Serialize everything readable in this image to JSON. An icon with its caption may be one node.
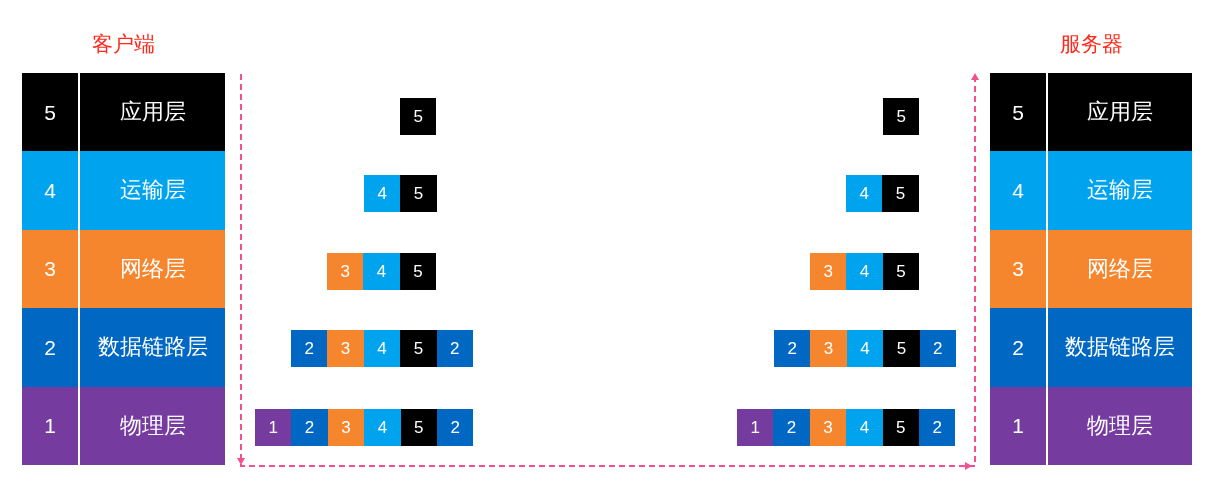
{
  "diagram": {
    "nodes": [
      {
        "text": [
          "客户端"
        ]
      },
      {
        "text": [
          "5",
          "应用层"
        ],
        "in": 0
      },
      {
        "text": [
          "4",
          "运输层"
        ],
        "in": 0
      },
      {
        "text": [
          "3",
          "网络层"
        ],
        "in": 0
      },
      {
        "text": [
          "2",
          "数据链路层"
        ],
        "in": 0
      },
      {
        "text": [
          "1",
          "物理层"
        ],
        "in": 0
      },
      {
        "text": [
          "5"
        ]
      },
      {
        "text": [
          "4"
        ]
      },
      {
        "text": [
          "5"
        ]
      },
      {
        "text": [
          "3"
        ]
      },
      {
        "text": [
          "4"
        ]
      },
      {
        "text": [
          "5"
        ]
      },
      {
        "text": [
          "2"
        ]
      },
      {
        "text": [
          "3"
        ]
      },
      {
        "text": [
          "4"
        ]
      },
      {
        "text": [
          "5"
        ]
      },
      {
        "text": [
          "2"
        ]
      },
      {
        "text": [
          "1"
        ]
      },
      {
        "text": [
          "2"
        ]
      },
      {
        "text": [
          "3"
        ]
      },
      {
        "text": [
          "4"
        ]
      },
      {
        "text": [
          "5"
        ]
      },
      {
        "text": [
          "2"
        ]
      },
      {
        "text": [
          "5"
        ]
      },
      {
        "text": [
          "4"
        ]
      },
      {
        "text": [
          "5"
        ]
      },
      {
        "text": [
          "3"
        ]
      },
      {
        "text": [
          "4"
        ]
      },
      {
        "text": [
          "5"
        ]
      },
      {
        "text": [
          "2"
        ]
      },
      {
        "text": [
          "3"
        ]
      },
      {
        "text": [
          "4"
        ]
      },
      {
        "text": [
          "5"
        ]
      },
      {
        "text": [
          "2"
        ]
      },
      {
        "text": [
          "1"
        ]
      },
      {
        "text": [
          "2"
        ]
      },
      {
        "text": [
          "3"
        ]
      },
      {
        "text": [
          "4"
        ]
      },
      {
        "text": [
          "5"
        ]
      },
      {
        "text": [
          "2"
        ]
      },
      {
        "text": [
          "服务器"
        ]
      },
      {
        "text": [
          "5",
          "应用层"
        ],
        "in": 40
      },
      {
        "text": [
          "4",
          "运输层"
        ],
        "in": 40
      },
      {
        "text": [
          "3",
          "网络层"
        ],
        "in": 40
      },
      {
        "text": [
          "2",
          "数据链路层"
        ],
        "in": 40
      },
      {
        "text": [
          "1",
          "物理层"
        ],
        "in": 40
      }
    ],
    "edges": [
      {
        "from": 0,
        "to": 40,
        "arrow": "to",
        "style": "dashed"
      }
    ]
  }
}
